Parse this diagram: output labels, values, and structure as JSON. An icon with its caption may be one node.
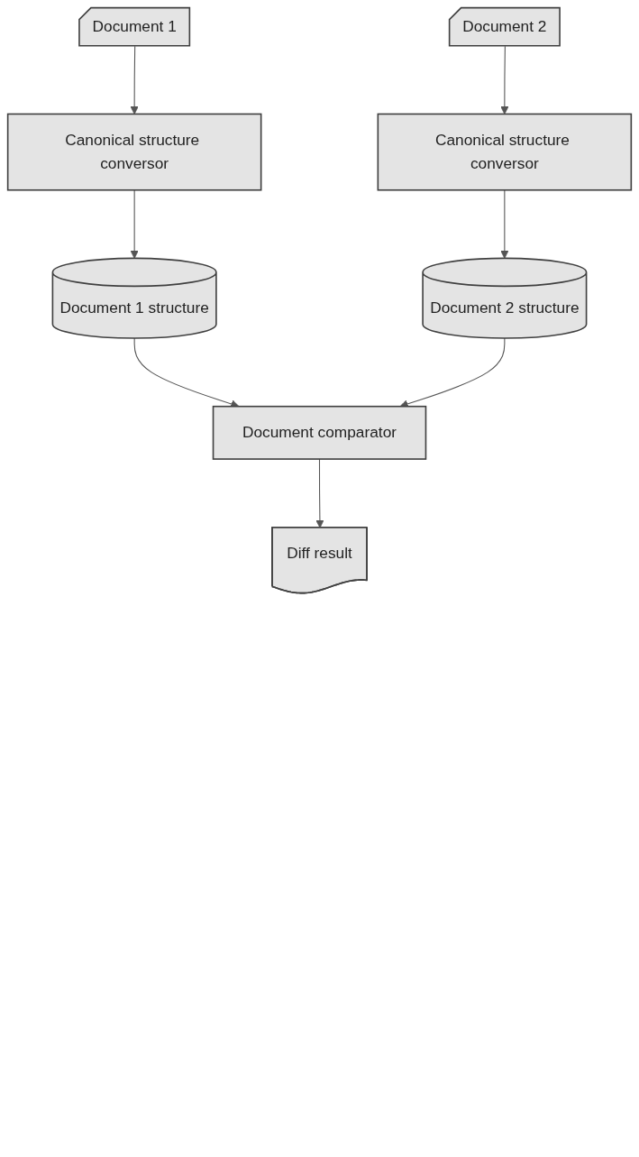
{
  "diagram": {
    "nodes": [
      {
        "text": [
          "Document 1"
        ]
      },
      {
        "text": [
          "Document 2"
        ]
      },
      {
        "text": [
          "Canonical structure conversor"
        ]
      },
      {
        "text": [
          "Canonical structure conversor"
        ]
      },
      {
        "text": [
          "Document 1 structure"
        ]
      },
      {
        "text": [
          "Document 2 structure"
        ]
      },
      {
        "text": [
          "Document comparator"
        ]
      },
      {
        "text": [
          "Diff result"
        ]
      }
    ],
    "edges": [
      {
        "from": 0,
        "to": 2,
        "arrow": "to"
      },
      {
        "from": 1,
        "to": 3,
        "arrow": "to"
      },
      {
        "from": 2,
        "to": 4,
        "arrow": "to"
      },
      {
        "from": 3,
        "to": 5,
        "arrow": "to"
      },
      {
        "from": 4,
        "to": 6,
        "arrow": "to"
      },
      {
        "from": 5,
        "to": 6,
        "arrow": "to"
      },
      {
        "from": 6,
        "to": 7,
        "arrow": "to"
      }
    ]
  }
}
